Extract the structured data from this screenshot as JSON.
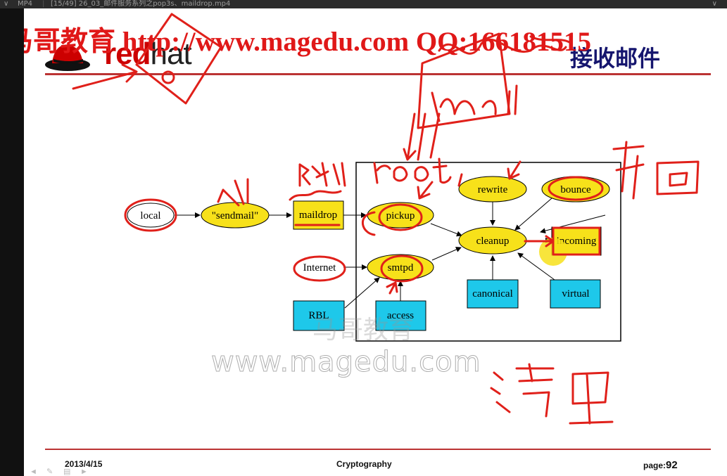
{
  "player": {
    "chevron": "∨",
    "format": "MP4",
    "title": "[15/49] 26_03_邮件服务系列之pop3s、maildrop.mp4",
    "controls": "∨"
  },
  "slide": {
    "watermark_top": "马哥教育 http://www.magedu.com QQ:166181515",
    "logo_red": "red",
    "logo_hat": "hat",
    "title": "接收邮件",
    "watermark_mid": "www.magedu.com",
    "watermark_cn": "马哥教育"
  },
  "diagram": {
    "nodes": {
      "local": "local",
      "sendmail": "\"sendmail\"",
      "maildrop": "maildrop",
      "pickup": "pickup",
      "rewrite": "rewrite",
      "bounce": "bounce",
      "cleanup": "cleanup",
      "incoming": "incoming",
      "internet": "Internet",
      "smtpd": "smtpd",
      "canonical": "canonical",
      "virtual": "virtual",
      "rbl": "RBL",
      "access": "access"
    },
    "colors": {
      "ellipse": "#f7e11a",
      "maildrop_box": "#f7e11a",
      "cyan_box": "#1ec8ea",
      "ink": "#e0201a"
    }
  },
  "annotations": {
    "queue": "队列",
    "root": "root",
    "bounce_cn": "弹回",
    "clean_cn": "清理",
    "mail": "mail"
  },
  "footer": {
    "date": "2013/4/15",
    "center": "Cryptography",
    "page_label": "page:",
    "page_num": "92"
  }
}
